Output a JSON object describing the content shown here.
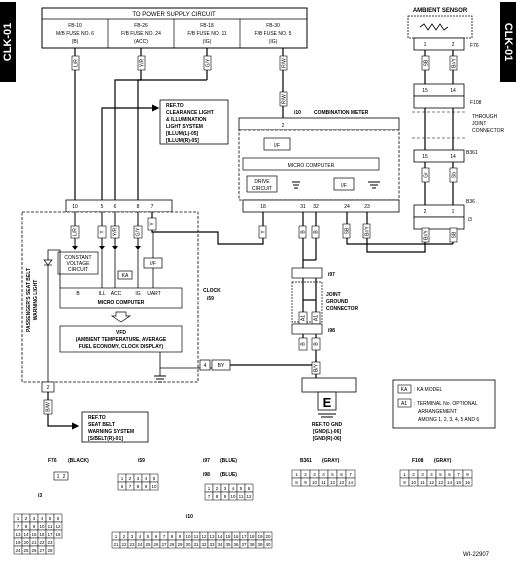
{
  "side_tab": {
    "label": "CLK-01"
  },
  "power": {
    "title": "TO POWER SUPPLY CIRCUIT",
    "fuses": [
      {
        "l1": "FB-10",
        "l2": "M/B FUSE NO. 6",
        "l3": "(B)"
      },
      {
        "l1": "FB-26",
        "l2": "F/B FUSE NO. 24",
        "l3": "(ACC)"
      },
      {
        "l1": "FB-18",
        "l2": "F/B FUSE NO. 11",
        "l3": "(IG)"
      },
      {
        "l1": "FB-30",
        "l2": "F/B FUSE NO. 5",
        "l3": "(IG)"
      }
    ],
    "wires": [
      "L/R",
      "Y/R",
      "G/Y",
      "R/W"
    ]
  },
  "ambient_sensor": {
    "title": "AMBIENT SENSOR",
    "pins": [
      "1",
      "2"
    ],
    "wires": [
      "SB",
      "Br/Y",
      "Br/Y"
    ],
    "connector": "F76"
  },
  "ref_clearance": {
    "l1": "REF.TO",
    "l2": "CLEARANCE LIGHT",
    "l3": "& ILLUMINATION",
    "l4": "LIGHT SYSTEM",
    "l5": "[ILLUM(L)-05]",
    "l6": "[ILLUM(R)-05]"
  },
  "combination_meter": {
    "code": "i10",
    "title": "COMBINATION METER",
    "pin_top": "2",
    "wire_top": "R/W",
    "if1": "I/F",
    "micro": "MICRO COMPUTER",
    "drive": "DRIVE",
    "drive2": "CIRCUIT",
    "if2": "I/F",
    "pins_bottom": [
      "18",
      "31",
      "32",
      "24",
      "23"
    ],
    "wires_bottom": [
      "Y",
      "B",
      "B",
      "SB",
      "Br/Y"
    ]
  },
  "through_joint": {
    "l1": "THROUGH",
    "l2": "JOINT",
    "l3": "CONNECTOR",
    "conn_top": "F108",
    "conn_mid": "B361",
    "conn_bottom": "B36",
    "conn_i": "i3",
    "pins_top": [
      "15",
      "14"
    ],
    "pins_mid": [
      "15",
      "14"
    ],
    "pins_bot": [
      "2",
      "1"
    ],
    "wires_top": [
      "SB",
      "Br/Y"
    ],
    "wires_mid": [
      "Gr",
      "Sb"
    ],
    "wires_bot": [
      "Gr",
      "Sb"
    ],
    "wires_i3": [
      "Br/Y",
      "SB"
    ]
  },
  "clock": {
    "title": "CLOCK",
    "code": "i59",
    "pins": [
      "10",
      "5",
      "6",
      "8",
      "7"
    ],
    "wires": [
      "L/R",
      "Y",
      "Y/R",
      "G/Y",
      "Y"
    ],
    "cvc1": "CONSTANT",
    "cvc2": "VOLTAGE",
    "cvc3": "CIRCUIT",
    "ka": "KA",
    "if": "I/F",
    "labels": [
      "B",
      "ILL",
      "ACC",
      "IG",
      "UART"
    ],
    "micro": "MICRO COMPUTER",
    "vfd1": "VFD",
    "vfd2": "(AMBIENT TEMPERATURE, AVERAGE",
    "vfd3": "FUEL ECONOMY, CLOCK DISPLAY)",
    "side1": "PASSENGER'S SEAT BELT",
    "side2": "WARNING LIGHT",
    "gnd_pin": "4",
    "gnd_wire": "BY",
    "out_pin": "2",
    "out_wire": "B/W"
  },
  "ref_seatbelt": {
    "l1": "REF.TO",
    "l2": "SEAT BELT",
    "l3": "WARNING SYSTEM",
    "l4": "[S/BELT(R)-01]"
  },
  "joint_ground": {
    "top": "i97",
    "bottom": "i98",
    "l1": "JOINT",
    "l2": "GROUND",
    "l3": "CONNECTOR",
    "wires": [
      "B",
      "B",
      "B/Y"
    ],
    "pin_a": "A1",
    "pin_b": "A1"
  },
  "ref_gnd": {
    "symbol": "E",
    "l1": "REF.TO GND",
    "l2": "[GND(L)-06]",
    "l3": "[GND(R)-06]"
  },
  "legend": {
    "ka": "KA",
    "ka_text": ": KA MODEL",
    "a1": "A1",
    "a1_l1": ": TERMINAL No. OPTIONAL",
    "a1_l2": "ARRANGEMENT",
    "a1_l3": "AMONG 1, 2, 3, 4, 5 AND 6"
  },
  "connectors": {
    "f76": {
      "title": "F76",
      "color": "(BLACK)",
      "pins": [
        "1",
        "2"
      ]
    },
    "i59": {
      "title": "i59",
      "pins": [
        "1",
        "2",
        "3",
        "4",
        "5",
        "6",
        "7",
        "8",
        "9",
        "10"
      ]
    },
    "i97": {
      "title": "i97",
      "color": "(BLUE)"
    },
    "i98": {
      "title": "i98",
      "color": "(BLUE)",
      "pins": [
        "1",
        "2",
        "3",
        "4",
        "5",
        "6",
        "7",
        "8",
        "9",
        "10",
        "11",
        "12"
      ]
    },
    "b361": {
      "title": "B361",
      "color": "(GRAY)",
      "pins": [
        "1",
        "2",
        "3",
        "4",
        "5",
        "6",
        "7",
        "8",
        "9",
        "10",
        "11",
        "12",
        "13",
        "14"
      ]
    },
    "f108": {
      "title": "F108",
      "color": "(GRAY)",
      "pins": [
        "1",
        "2",
        "3",
        "4",
        "5",
        "6",
        "7",
        "8",
        "9",
        "10",
        "11",
        "12",
        "13",
        "14",
        "15",
        "16"
      ]
    },
    "i3": {
      "title": "i3",
      "pins": [
        "1",
        "2",
        "3",
        "4",
        "5",
        "6",
        "7",
        "8",
        "9",
        "10",
        "11",
        "12",
        "13",
        "14",
        "15",
        "16",
        "17",
        "18",
        "19",
        "20",
        "21",
        "22",
        "23",
        "24",
        "25",
        "26",
        "27",
        "28"
      ]
    },
    "i10": {
      "title": "i10",
      "pins": [
        "1",
        "2",
        "3",
        "4",
        "5",
        "6",
        "7",
        "8",
        "9",
        "10",
        "11",
        "12",
        "13",
        "14",
        "15",
        "16",
        "17",
        "18",
        "19",
        "20",
        "21",
        "22",
        "23",
        "24",
        "25",
        "26",
        "27",
        "28",
        "29",
        "30",
        "31",
        "32",
        "33",
        "34",
        "35",
        "36",
        "37",
        "38",
        "39",
        "40"
      ]
    }
  },
  "figure_code": "WI-22907"
}
